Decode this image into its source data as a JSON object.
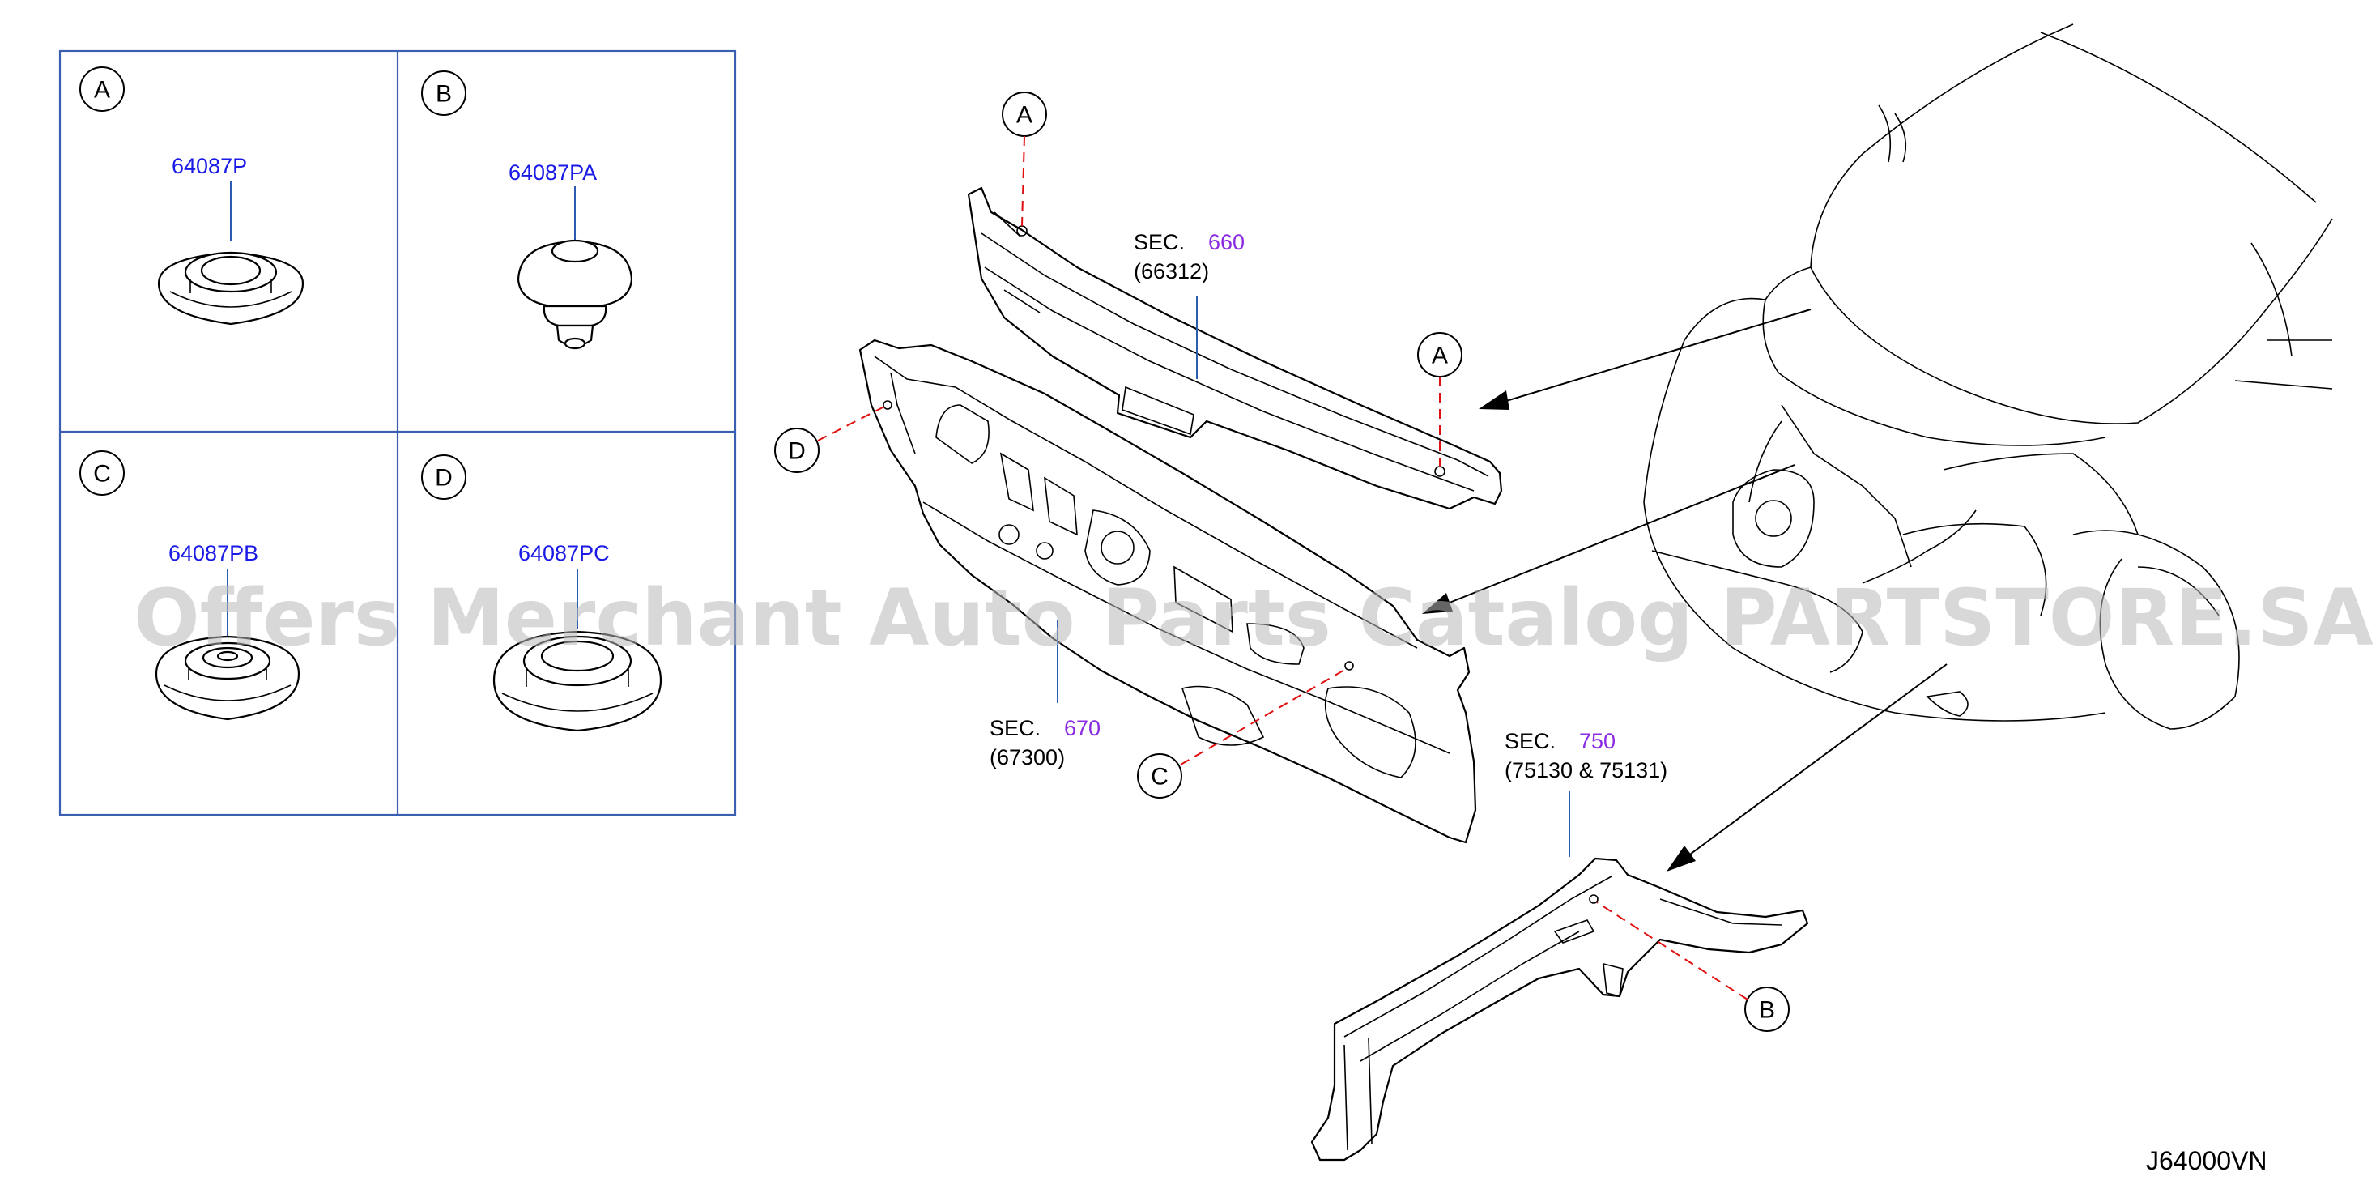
{
  "grommets": [
    {
      "letter": "A",
      "part_no": "64087P"
    },
    {
      "letter": "B",
      "part_no": "64087PA"
    },
    {
      "letter": "C",
      "part_no": "64087PB"
    },
    {
      "letter": "D",
      "part_no": "64087PC"
    }
  ],
  "sections": {
    "cowl_top": {
      "sec_label": "SEC.",
      "sec_no": "660",
      "part_ref": "(66312)"
    },
    "dash_panel": {
      "sec_label": "SEC.",
      "sec_no": "670",
      "part_ref": "(67300)"
    },
    "side_member": {
      "sec_label": "SEC.",
      "sec_no": "750",
      "part_ref": "(75130   &   75131)"
    }
  },
  "callouts": {
    "a_top": "A",
    "a_right": "A",
    "b": "B",
    "c": "C",
    "d": "D"
  },
  "watermark": "Offers Merchant Auto Parts Catalog PARTSTORE.SA",
  "diagram_code": "J64000VN",
  "colors": {
    "part_number": "#1a1ae6",
    "section_number": "#8a2be2",
    "leader": "#2a5db0",
    "dashed": "#e01010",
    "grid": "#3a5fb0"
  }
}
